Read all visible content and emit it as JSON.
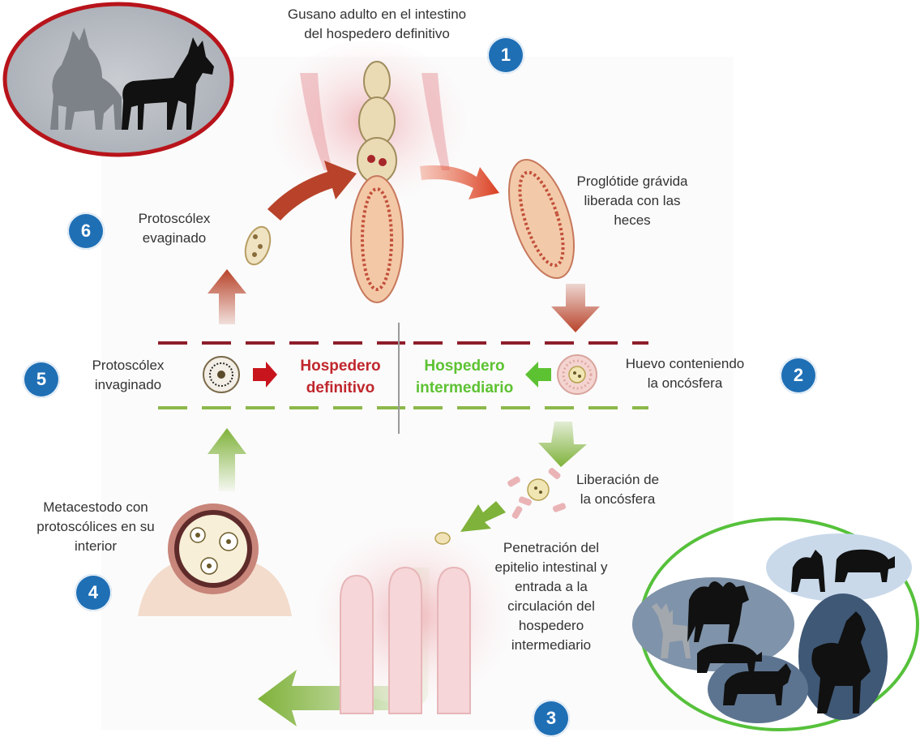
{
  "stages": {
    "s1": {
      "number": "1",
      "label": "Gusano adulto en el intestino\ndel hospedero definitivo"
    },
    "s2": {
      "number": "2",
      "label": "Huevo conteniendo\nla oncósfera"
    },
    "s3": {
      "number": "3",
      "label": "Penetración del\nepitelio intestinal y\nentrada a la\ncirculación del\nhospedero\nintermediario"
    },
    "s4": {
      "number": "4",
      "label": "Metacestodo con\nprotoscólices en su\ninterior"
    },
    "s5": {
      "number": "5",
      "label": "Protoscólex\ninvaginado"
    },
    "s6": {
      "number": "6",
      "label": "Protoscólex\nevaginado"
    }
  },
  "extra_labels": {
    "proglottid": "Proglótide grávida\nliberada con las\nheces",
    "oncosphere_release": "Liberación de\nla oncósfera"
  },
  "hosts": {
    "definitive": "Hospedero\ndefinitivo",
    "intermediate": "Hospedero\nintermediario"
  },
  "colors": {
    "definitive": "#c0272d",
    "intermediate": "#5dc232",
    "badge": "#1f6fb5",
    "red_arrow": "#b8432a",
    "green_arrow": "#7fb23a"
  },
  "icons": {
    "definitive_hosts": [
      "wolf-icon",
      "dog-icon"
    ],
    "intermediate_hosts": [
      "deer-icon",
      "camel-icon",
      "pig-icon",
      "sheep-icon",
      "yak-icon",
      "horse-icon",
      "cow-icon"
    ]
  }
}
